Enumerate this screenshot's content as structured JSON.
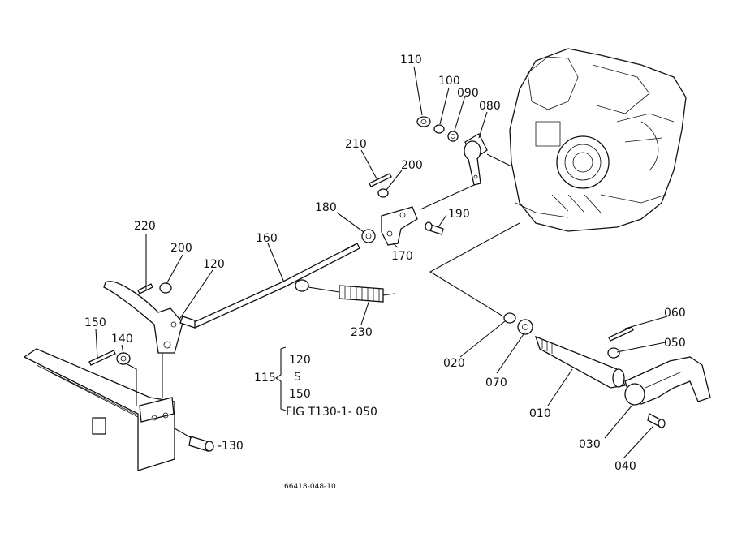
{
  "callouts": {
    "p110": "110",
    "p100": "100",
    "p090": "090",
    "p080": "080",
    "p210": "210",
    "p200a": "200",
    "p180": "180",
    "p190": "190",
    "p170": "170",
    "p160": "160",
    "p220": "220",
    "p200b": "200",
    "p120": "120",
    "p230": "230",
    "p150": "150",
    "p140": "140",
    "p130": "-130",
    "p060": "060",
    "p050": "050",
    "p020": "020",
    "p070": "070",
    "p010": "010",
    "p030": "030",
    "p040": "040"
  },
  "group": {
    "number": "115",
    "line1": "120",
    "line2": "S",
    "line3": "150",
    "fig_ref": "FIG T130-1- 050"
  },
  "drawing_code": "66418-048-10"
}
